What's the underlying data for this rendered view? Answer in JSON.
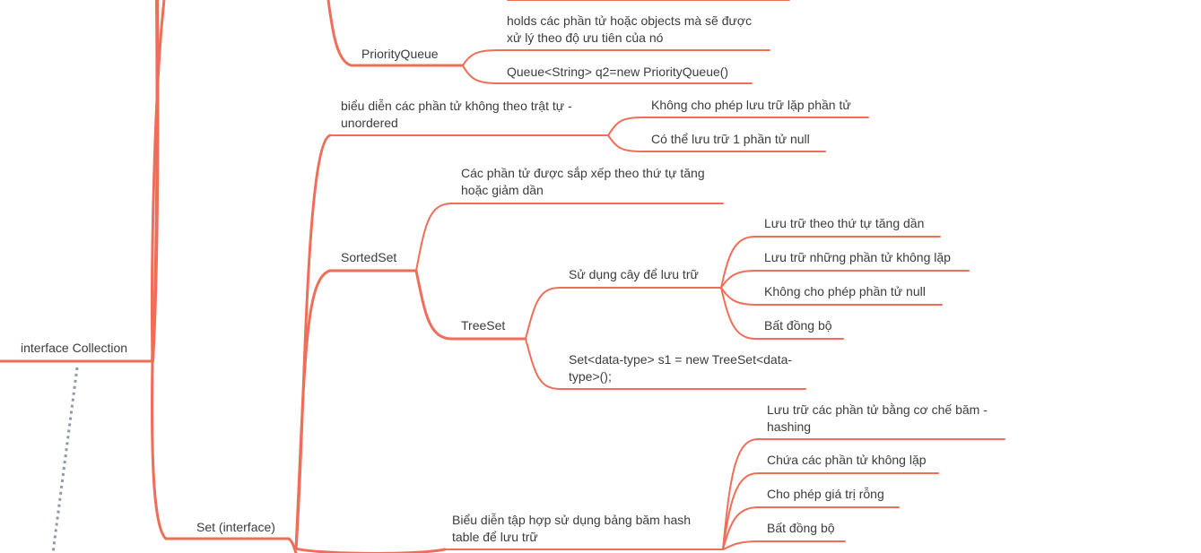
{
  "diagram": {
    "root": "interface Collection",
    "queue": {
      "priority_queue": "PriorityQueue",
      "pq_desc": "holds các phần tử hoặc objects mà sẽ được xử lý theo độ ưu tiên của nó",
      "pq_example": "Queue<String> q2=new PriorityQueue()"
    },
    "set": {
      "label": "Set (interface)",
      "desc": "biểu diễn các phần tử không theo trật tự - unordered",
      "desc_children": [
        "Không cho phép lưu trữ lặp phần tử",
        "Có thể lưu trữ 1 phần tử null"
      ],
      "sorted_set": {
        "label": "SortedSet",
        "desc": "Các phần tử được sắp xếp theo thứ tự tăng hoặc giảm dần",
        "tree_set": {
          "label": "TreeSet",
          "tree_desc": "Sử dụng cây để lưu trữ",
          "tree_children": [
            "Lưu trữ theo thứ tự tăng dần",
            "Lưu trữ những phần tử không lặp",
            "Không cho phép phần tử null",
            "Bất đồng bộ"
          ],
          "example": "Set<data-type> s1 = new TreeSet<data-type>();"
        }
      },
      "hash_set": {
        "desc": "Biểu diễn tập hợp sử dụng bảng băm hash table để lưu trữ",
        "children": [
          "Lưu trữ các phần tử bằng cơ chế băm - hashing",
          "Chứa các phần tử không lặp",
          "Cho phép giá trị rỗng",
          "Bất đồng bộ"
        ]
      }
    },
    "colors": {
      "branch": "#ef6e5a",
      "dotted": "#8e99a8",
      "text": "#3c3c3c"
    }
  }
}
